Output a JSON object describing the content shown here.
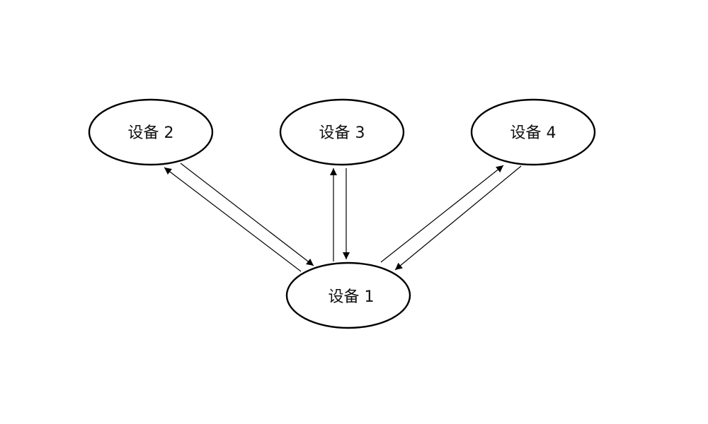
{
  "diagram": {
    "nodes": [
      {
        "id": "device-1",
        "label": "设备 1"
      },
      {
        "id": "device-2",
        "label": "设备 2"
      },
      {
        "id": "device-3",
        "label": "设备 3"
      },
      {
        "id": "device-4",
        "label": "设备 4"
      }
    ],
    "edges": [
      {
        "from": "device-1",
        "to": "device-2"
      },
      {
        "from": "device-2",
        "to": "device-1"
      },
      {
        "from": "device-1",
        "to": "device-3"
      },
      {
        "from": "device-3",
        "to": "device-1"
      },
      {
        "from": "device-1",
        "to": "device-4"
      },
      {
        "from": "device-4",
        "to": "device-1"
      }
    ],
    "colors": {
      "stroke": "#000000",
      "background": "#ffffff"
    }
  }
}
